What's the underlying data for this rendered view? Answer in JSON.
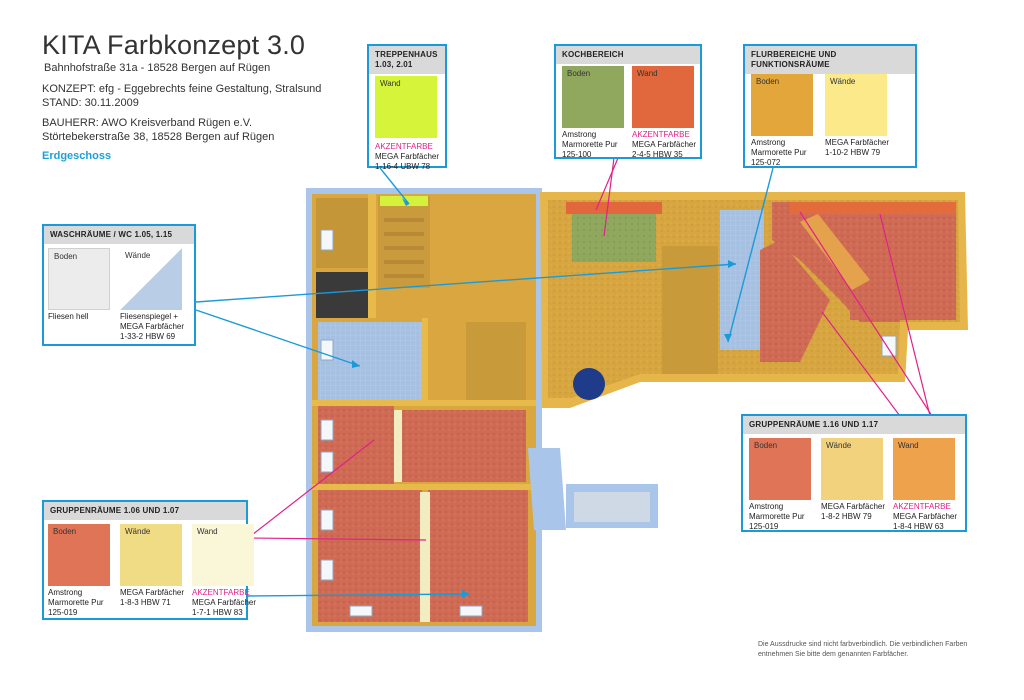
{
  "header": {
    "title": "KITA Farbkonzept 3.0",
    "address": "Bahnhofstraße 31a - 18528 Bergen auf Rügen",
    "concept": "KONZEPT: efg - Eggebrechts feine Gestaltung, Stralsund",
    "stand": "STAND: 30.11.2009",
    "bauherr1": "BAUHERR: AWO Kreisverband Rügen e.V.",
    "bauherr2": "Störtebekerstraße 38, 18528 Bergen auf Rügen",
    "floor": "Erdgeschoss"
  },
  "footnote": {
    "line1": "Die Aussdrucke sind nicht farbverbindlich. Die verbindlichen Farben",
    "line2": "entnehmen Sie bitte dem genannten Farbfächer."
  },
  "legends": {
    "treppenhaus": {
      "title1": "TREPPENHAUS",
      "title2": "1.03, 2.01",
      "swatches": [
        {
          "label": "Wand",
          "color": "#d6f53a",
          "accent": "AKZENTFARBE",
          "line1": "MEGA Farbfächer",
          "line2": "1-16-4 UBW 78"
        }
      ]
    },
    "kochbereich": {
      "title": "KOCHBEREICH",
      "swatches": [
        {
          "label": "Boden",
          "color": "#8fa85e",
          "line1": "Amstrong",
          "line2": "Marmorette Pur",
          "line3": "125-100"
        },
        {
          "label": "Wand",
          "color": "#e0683c",
          "accent": "AKZENTFARBE",
          "line1": "MEGA Farbfächer",
          "line2": "2-4-5 HBW 35"
        }
      ]
    },
    "flur": {
      "title": "FLURBEREICHE UND FUNKTIONSRÄUME",
      "swatches": [
        {
          "label": "Boden",
          "color": "#e2a63a",
          "line1": "Amstrong",
          "line2": "Marmorette Pur",
          "line3": "125-072"
        },
        {
          "label": "Wände",
          "color": "#fbe98a",
          "line1": "MEGA Farbfächer",
          "line2": "1-10-2 HBW 79"
        }
      ]
    },
    "wasch": {
      "title": "WASCHRÄUME / WC 1.05, 1.15",
      "swatches": [
        {
          "label": "Boden",
          "color": "#ececec",
          "line1": "Fliesen hell"
        },
        {
          "label": "Wände",
          "color": "#b9cde6",
          "line1": "Fliesenspiegel +",
          "line2": "MEGA Farbfächer",
          "line3": "1-33-2 HBW 69"
        }
      ]
    },
    "gruppe116": {
      "title": "GRUPPENRÄUME 1.16 UND 1.17",
      "swatches": [
        {
          "label": "Boden",
          "color": "#e07456",
          "line1": "Amstrong",
          "line2": "Marmorette Pur",
          "line3": "125-019"
        },
        {
          "label": "Wände",
          "color": "#f3d27e",
          "line1": "MEGA Farbfächer",
          "line2": "1-8-2 HBW 79"
        },
        {
          "label": "Wand",
          "color": "#eea24c",
          "accent": "AKZENTFARBE",
          "line1": "MEGA Farbfächer",
          "line2": "1-8-4 HBW 63"
        }
      ]
    },
    "gruppe106": {
      "title": "GRUPPENRÄUME 1.06 UND 1.07",
      "swatches": [
        {
          "label": "Boden",
          "color": "#e07456",
          "line1": "Amstrong",
          "line2": "Marmorette Pur",
          "line3": "125-019"
        },
        {
          "label": "Wände",
          "color": "#f1dc86",
          "line1": "MEGA Farbfächer",
          "line2": "1-8-3 HBW 71"
        },
        {
          "label": "Wand",
          "color": "#faf6d8",
          "accent": "AKZENTFARBE",
          "line1": "MEGA Farbfächer",
          "line2": "1-7-1 HBW 83"
        }
      ]
    }
  },
  "colors": {
    "leader_blue": "#1a9ad6",
    "leader_pink": "#e0218a",
    "wall_yellow": "#e8b946",
    "floor_orange": "#d9a43e",
    "floor_red": "#cf6b55",
    "floor_green": "#8fa85e",
    "floor_blue": "#9db8de",
    "outline_blue": "#9ec3ea"
  }
}
